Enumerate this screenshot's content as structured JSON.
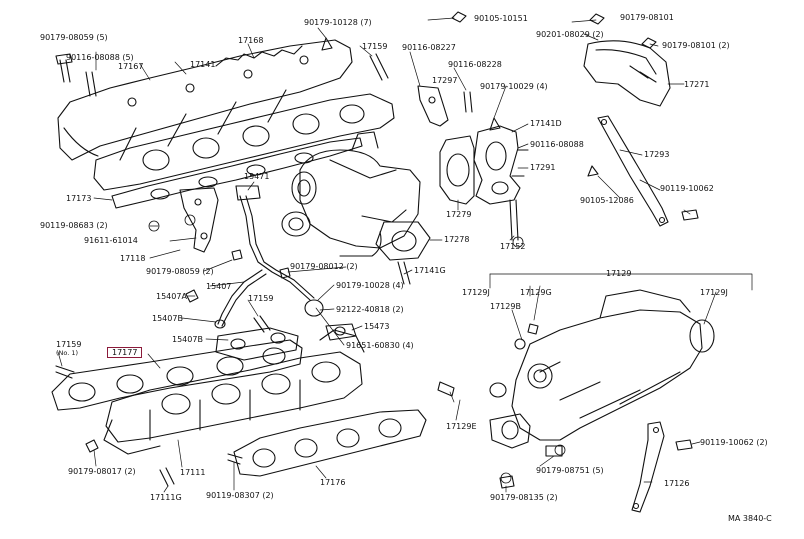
{
  "colors": {
    "ink": "#111111",
    "highlight": "#8b1a3a",
    "background": "#ffffff"
  },
  "highlighted_part": "17177",
  "callouts": [
    {
      "id": "p90179_08059",
      "text": "90179-08059 (5)"
    },
    {
      "id": "p90116_08088",
      "text": "90116-08088 (5)"
    },
    {
      "id": "p17168",
      "text": "17168"
    },
    {
      "id": "p17167",
      "text": "17167"
    },
    {
      "id": "p17141",
      "text": "17141"
    },
    {
      "id": "p90179_10128",
      "text": "90179-10128 (7)"
    },
    {
      "id": "p17159_top",
      "text": "17159"
    },
    {
      "id": "p90105_10151",
      "text": "90105-10151"
    },
    {
      "id": "p90116_08227",
      "text": "90116-08227"
    },
    {
      "id": "p90116_08228",
      "text": "90116-08228"
    },
    {
      "id": "p17297",
      "text": "17297"
    },
    {
      "id": "p90179_08101_a",
      "text": "90179-08101"
    },
    {
      "id": "p90201_08029",
      "text": "90201-08029 (2)"
    },
    {
      "id": "p90179_08101_b",
      "text": "90179-08101 (2)"
    },
    {
      "id": "p17271",
      "text": "17271"
    },
    {
      "id": "p90179_10029",
      "text": "90179-10029 (4)"
    },
    {
      "id": "p17141d",
      "text": "17141D"
    },
    {
      "id": "p90116_08088b",
      "text": "90116-08088"
    },
    {
      "id": "p17291",
      "text": "17291"
    },
    {
      "id": "p17293",
      "text": "17293"
    },
    {
      "id": "p17173",
      "text": "17173"
    },
    {
      "id": "p15471",
      "text": "15471"
    },
    {
      "id": "p90119_10062_a",
      "text": "90119-10062"
    },
    {
      "id": "p90105_12086",
      "text": "90105-12086"
    },
    {
      "id": "p90119_08683",
      "text": "90119-08683 (2)"
    },
    {
      "id": "p91611_61014",
      "text": "91611-61014"
    },
    {
      "id": "p17279",
      "text": "17279"
    },
    {
      "id": "p17278",
      "text": "17278"
    },
    {
      "id": "p17152",
      "text": "17152"
    },
    {
      "id": "p17118",
      "text": "17118"
    },
    {
      "id": "p90179_08059b",
      "text": "90179-08059 (2)"
    },
    {
      "id": "p90179_08012",
      "text": "90179-08012 (2)"
    },
    {
      "id": "p17141g",
      "text": "17141G"
    },
    {
      "id": "p15407",
      "text": "15407"
    },
    {
      "id": "p90179_10028",
      "text": "90179-10028 (4)"
    },
    {
      "id": "p17129",
      "text": "17129"
    },
    {
      "id": "p15407a",
      "text": "15407A"
    },
    {
      "id": "p17159_mid",
      "text": "17159"
    },
    {
      "id": "p92122_40818",
      "text": "92122-40818 (2)"
    },
    {
      "id": "p17129j_a",
      "text": "17129J"
    },
    {
      "id": "p17129g",
      "text": "17129G"
    },
    {
      "id": "p17129j_b",
      "text": "17129J"
    },
    {
      "id": "p15407b",
      "text": "15407B"
    },
    {
      "id": "p15473",
      "text": "15473"
    },
    {
      "id": "p17129b",
      "text": "17129B"
    },
    {
      "id": "p15407b2",
      "text": "15407B"
    },
    {
      "id": "p91651_60830",
      "text": "91651-60830 (4)"
    },
    {
      "id": "p17159_left",
      "text": "17159"
    },
    {
      "id": "p17159_note",
      "text": "(No. 1)"
    },
    {
      "id": "p17177",
      "text": "17177"
    },
    {
      "id": "p17129e",
      "text": "17129E"
    },
    {
      "id": "p90119_10062_b",
      "text": "90119-10062 (2)"
    },
    {
      "id": "p90179_08017",
      "text": "90179-08017 (2)"
    },
    {
      "id": "p17111",
      "text": "17111"
    },
    {
      "id": "p90179_08751",
      "text": "90179-08751 (5)"
    },
    {
      "id": "p17111g",
      "text": "17111G"
    },
    {
      "id": "p90119_08307",
      "text": "90119-08307 (2)"
    },
    {
      "id": "p17176",
      "text": "17176"
    },
    {
      "id": "p90179_08135",
      "text": "90179-08135 (2)"
    },
    {
      "id": "p17126",
      "text": "17126"
    },
    {
      "id": "diagram_code",
      "text": "MA  3840-C"
    }
  ]
}
